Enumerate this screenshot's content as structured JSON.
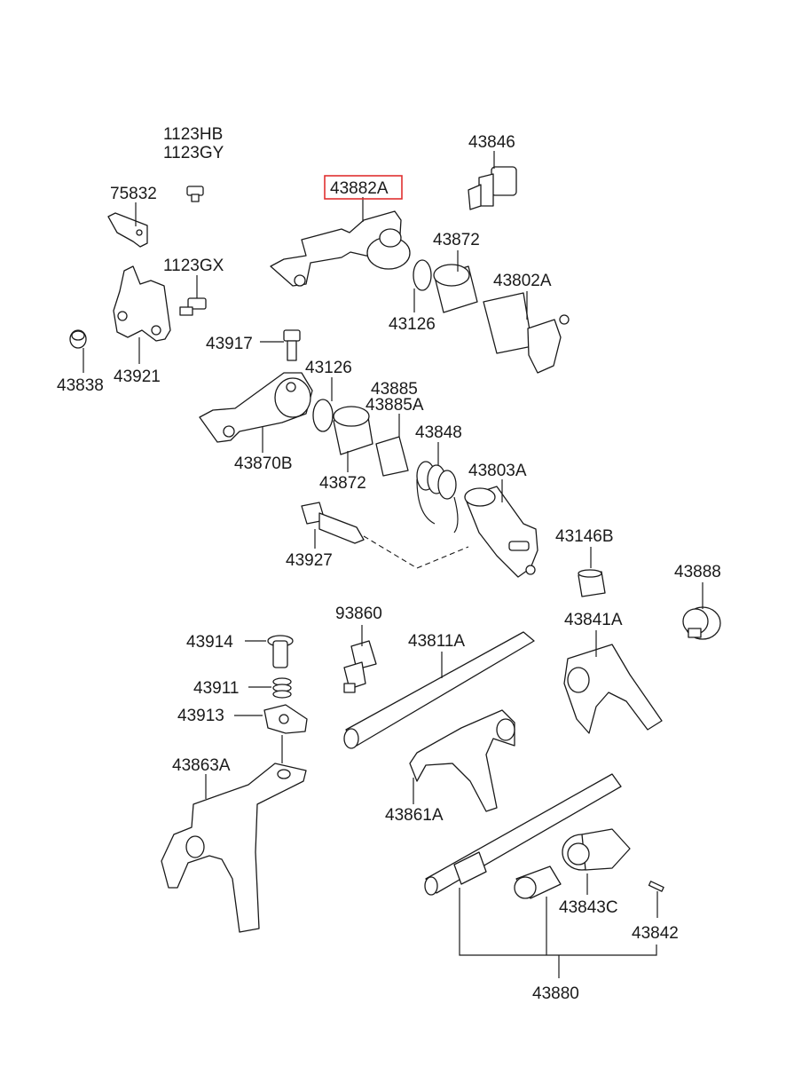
{
  "diagram": {
    "highlight_color": "#e03030",
    "labels": {
      "l_1123HB": "1123HB",
      "l_1123GY": "1123GY",
      "l_75832": "75832",
      "l_1123GX": "1123GX",
      "l_43838": "43838",
      "l_43921": "43921",
      "l_43917": "43917",
      "l_43882A": "43882A",
      "l_43846": "43846",
      "l_43872a": "43872",
      "l_43802A": "43802A",
      "l_43126a": "43126",
      "l_43126b": "43126",
      "l_43885": "43885",
      "l_43885A": "43885A",
      "l_43848": "43848",
      "l_43870B": "43870B",
      "l_43872b": "43872",
      "l_43803A": "43803A",
      "l_43927": "43927",
      "l_43146B": "43146B",
      "l_43888": "43888",
      "l_93860": "93860",
      "l_43914": "43914",
      "l_43911": "43911",
      "l_43913": "43913",
      "l_43811A": "43811A",
      "l_43841A": "43841A",
      "l_43863A": "43863A",
      "l_43861A": "43861A",
      "l_43843C": "43843C",
      "l_43842": "43842",
      "l_43880": "43880"
    }
  }
}
